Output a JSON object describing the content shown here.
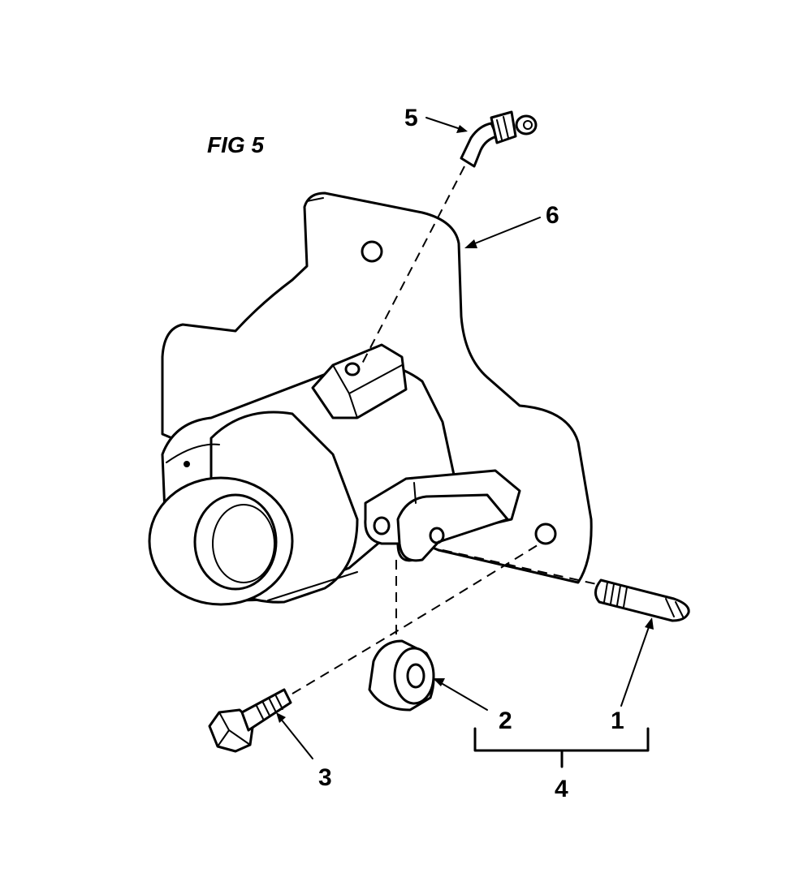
{
  "figure": {
    "title": "FIG 5",
    "callouts": {
      "c1": "1",
      "c2": "2",
      "c3": "3",
      "c4": "4",
      "c5": "5",
      "c6": "6"
    }
  }
}
